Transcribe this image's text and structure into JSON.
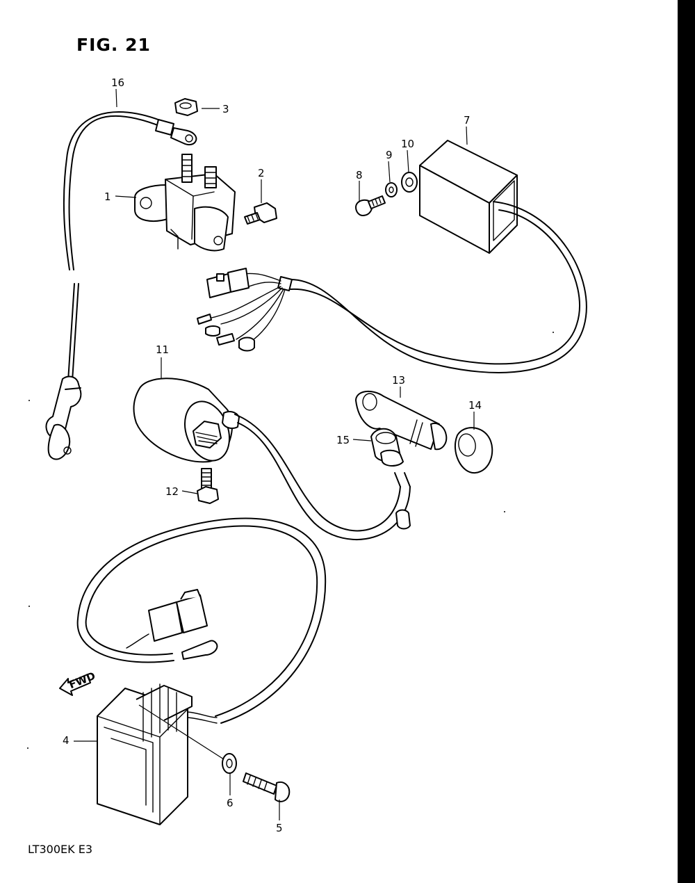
{
  "figure_title": "FIG. 21",
  "footer_code": "LT300EK  E3",
  "fwd_label": "FWD",
  "callouts": {
    "c1": "1",
    "c2": "2",
    "c3": "3",
    "c4": "4",
    "c5": "5",
    "c6": "6",
    "c7": "7",
    "c8": "8",
    "c9": "9",
    "c10": "10",
    "c11": "11",
    "c12": "12",
    "c13": "13",
    "c14": "14",
    "c15": "15",
    "c16": "16"
  }
}
